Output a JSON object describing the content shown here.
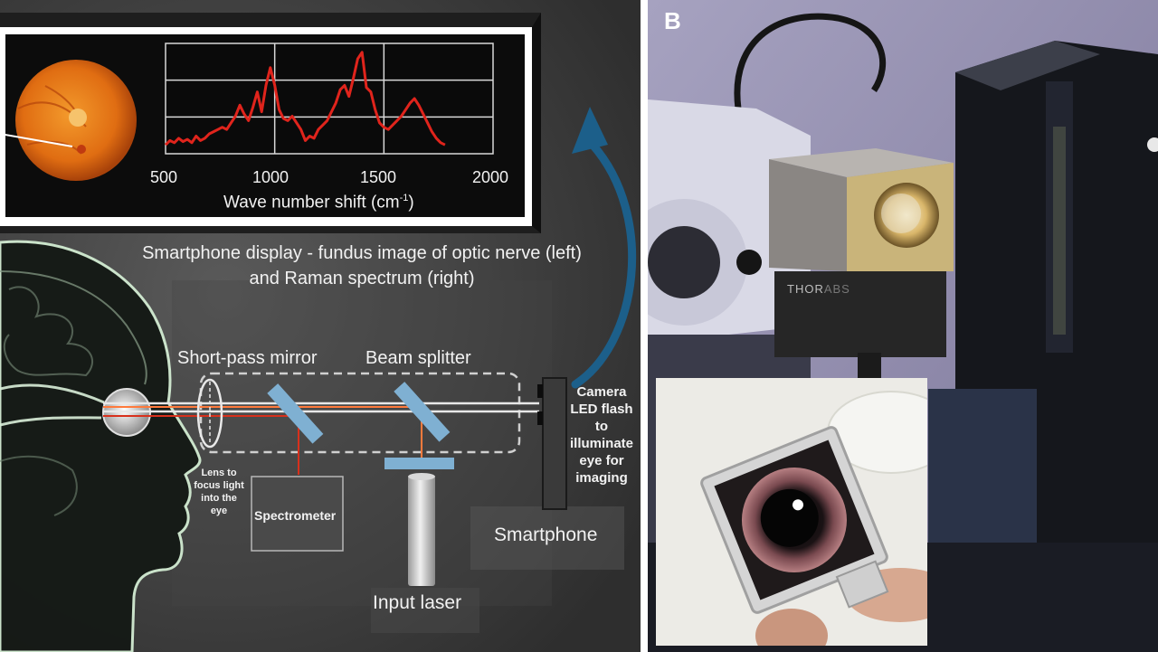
{
  "panel_a": {
    "spectrum": {
      "x_tick_labels": [
        "500",
        "1000",
        "1500",
        "2000"
      ],
      "x_axis_label": "Wave number shift (cm",
      "x_axis_label_sup": "-1",
      "x_axis_label_end": ")",
      "line_color": "#e0241c",
      "xlim": [
        500,
        2000
      ],
      "x": [
        500,
        520,
        540,
        560,
        580,
        600,
        620,
        640,
        660,
        680,
        700,
        720,
        740,
        760,
        780,
        800,
        820,
        840,
        860,
        880,
        900,
        920,
        940,
        960,
        980,
        1000,
        1020,
        1040,
        1060,
        1080,
        1100,
        1120,
        1140,
        1160,
        1180,
        1200,
        1220,
        1240,
        1260,
        1280,
        1300,
        1320,
        1340,
        1360,
        1380,
        1400,
        1420,
        1440,
        1460,
        1480,
        1500,
        1520,
        1540,
        1560,
        1580,
        1600,
        1620,
        1640,
        1660,
        1680,
        1700,
        1720,
        1740,
        1760,
        1780
      ],
      "y": [
        0.08,
        0.12,
        0.1,
        0.14,
        0.11,
        0.13,
        0.1,
        0.16,
        0.12,
        0.14,
        0.18,
        0.2,
        0.22,
        0.24,
        0.22,
        0.28,
        0.34,
        0.44,
        0.36,
        0.3,
        0.42,
        0.56,
        0.38,
        0.62,
        0.78,
        0.62,
        0.4,
        0.32,
        0.3,
        0.34,
        0.28,
        0.22,
        0.12,
        0.16,
        0.14,
        0.22,
        0.26,
        0.3,
        0.38,
        0.46,
        0.58,
        0.62,
        0.52,
        0.68,
        0.86,
        0.92,
        0.6,
        0.56,
        0.4,
        0.28,
        0.24,
        0.22,
        0.26,
        0.3,
        0.34,
        0.4,
        0.46,
        0.5,
        0.44,
        0.36,
        0.28,
        0.2,
        0.14,
        0.1,
        0.08
      ]
    },
    "caption_line1": "Smartphone display - fundus image of optic nerve (left)",
    "caption_line2": "and Raman spectrum (right)",
    "short_pass_mirror": "Short-pass mirror",
    "beam_splitter": "Beam splitter",
    "camera_lines": [
      "Camera",
      "LED flash",
      "to",
      "illuminate",
      "eye for",
      "imaging"
    ],
    "lens_lines": [
      "Lens to",
      "focus light",
      "into the",
      "eye"
    ],
    "spectrometer": "Spectrometer",
    "smartphone": "Smartphone",
    "input_laser": "Input laser"
  },
  "panel_b": {
    "label": "B",
    "brand_text": "THOR",
    "brand_suffix": "ABS"
  }
}
